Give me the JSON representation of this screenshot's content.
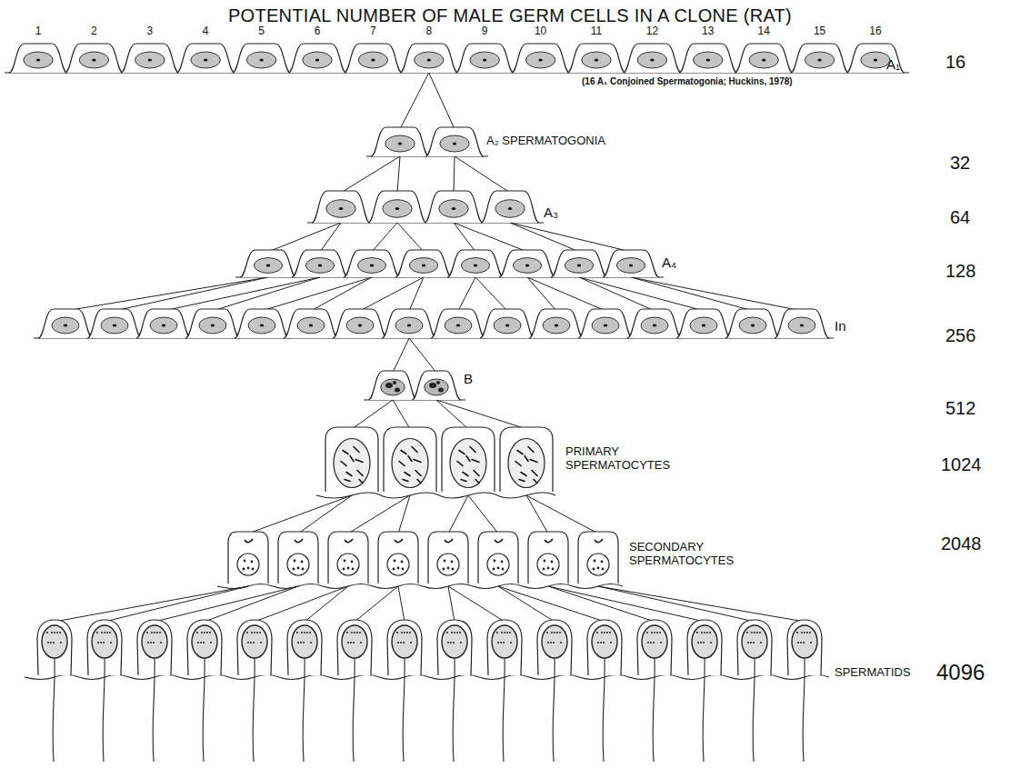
{
  "diagram": {
    "title": "POTENTIAL NUMBER OF MALE GERM CELLS IN A CLONE (RAT)",
    "labels": [
      "1",
      "2",
      "3",
      "4",
      "5",
      "6",
      "7",
      "8",
      "9",
      "10",
      "11",
      "12",
      "13",
      "14",
      "15",
      "16",
      "A₁",
      "16",
      "(16 A₁ Conjoined Spermatogonia; Huckins, 1978)",
      "A₂ SPERMATOGONIA",
      "32",
      "A₃",
      "64",
      "A₄",
      "128",
      "In",
      "256",
      "B",
      "512",
      "PRIMARY SPERMATOCYTES",
      "1024",
      "SECONDARY SPERMATOCYTES",
      "2048",
      "SPERMATIDS",
      "4096"
    ]
  }
}
